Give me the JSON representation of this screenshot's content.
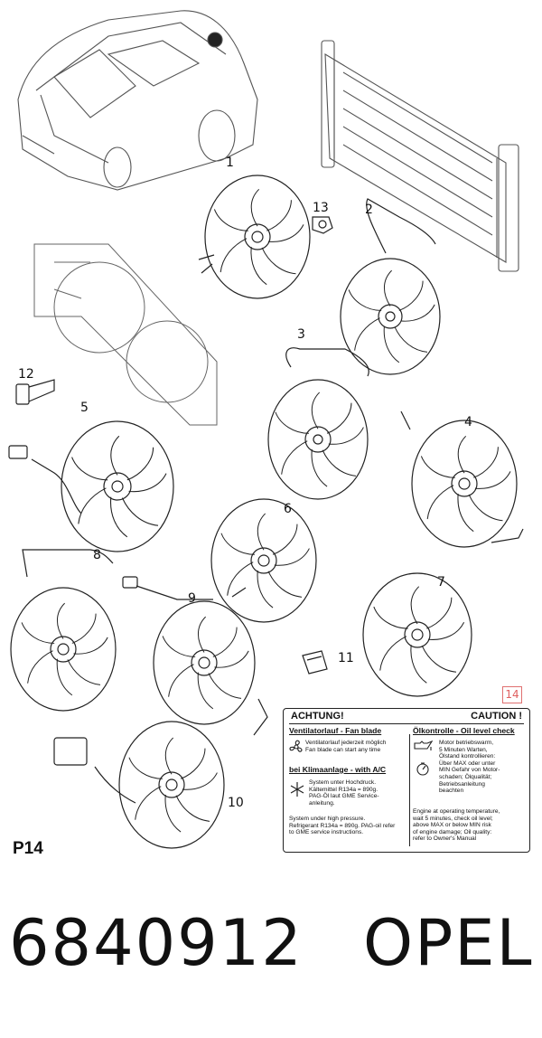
{
  "callouts": [
    "1",
    "2",
    "3",
    "4",
    "5",
    "6",
    "7",
    "8",
    "9",
    "10",
    "11",
    "12",
    "13",
    "14"
  ],
  "plate_code": "P14",
  "part_number": "6840912",
  "brand": "OPEL",
  "caution_label": {
    "left_title": "ACHTUNG!",
    "right_title": "CAUTION !",
    "fan_heading": "Ventilatorlauf - Fan blade",
    "fan_text": "Ventilatorlauf jederzeit möglich\nFan blade can start any time",
    "ac_heading": "bei Klimaanlage - with A/C",
    "ac_text": "System unter Hochdruck.\nKältemittel R134a = 890g.\nPAG-Öl laut GME Service-\nanleitung.",
    "ac_text_en": "System under high pressure.\nRefrigerant R134a = 890g. PAG-oil refer\nto GME service instructions.",
    "oil_heading": "Ölkontrolle - Oil level check",
    "oil_text_de": "Motor betriebswarm,\n5 Minuten Warten,\nÖlstand kontrollieren:\nÜber MAX oder unter\nMIN Gefahr von Motor-\nschaden; Ölqualität;\nBetriebsanleitung\nbeachten",
    "oil_text_en": "Engine at operating temperature,\nwait 5 minutes, check oil level;\nabove MAX or below MIN risk\nof engine damage; Oil quality:\nrefer to Owner's Manual"
  }
}
